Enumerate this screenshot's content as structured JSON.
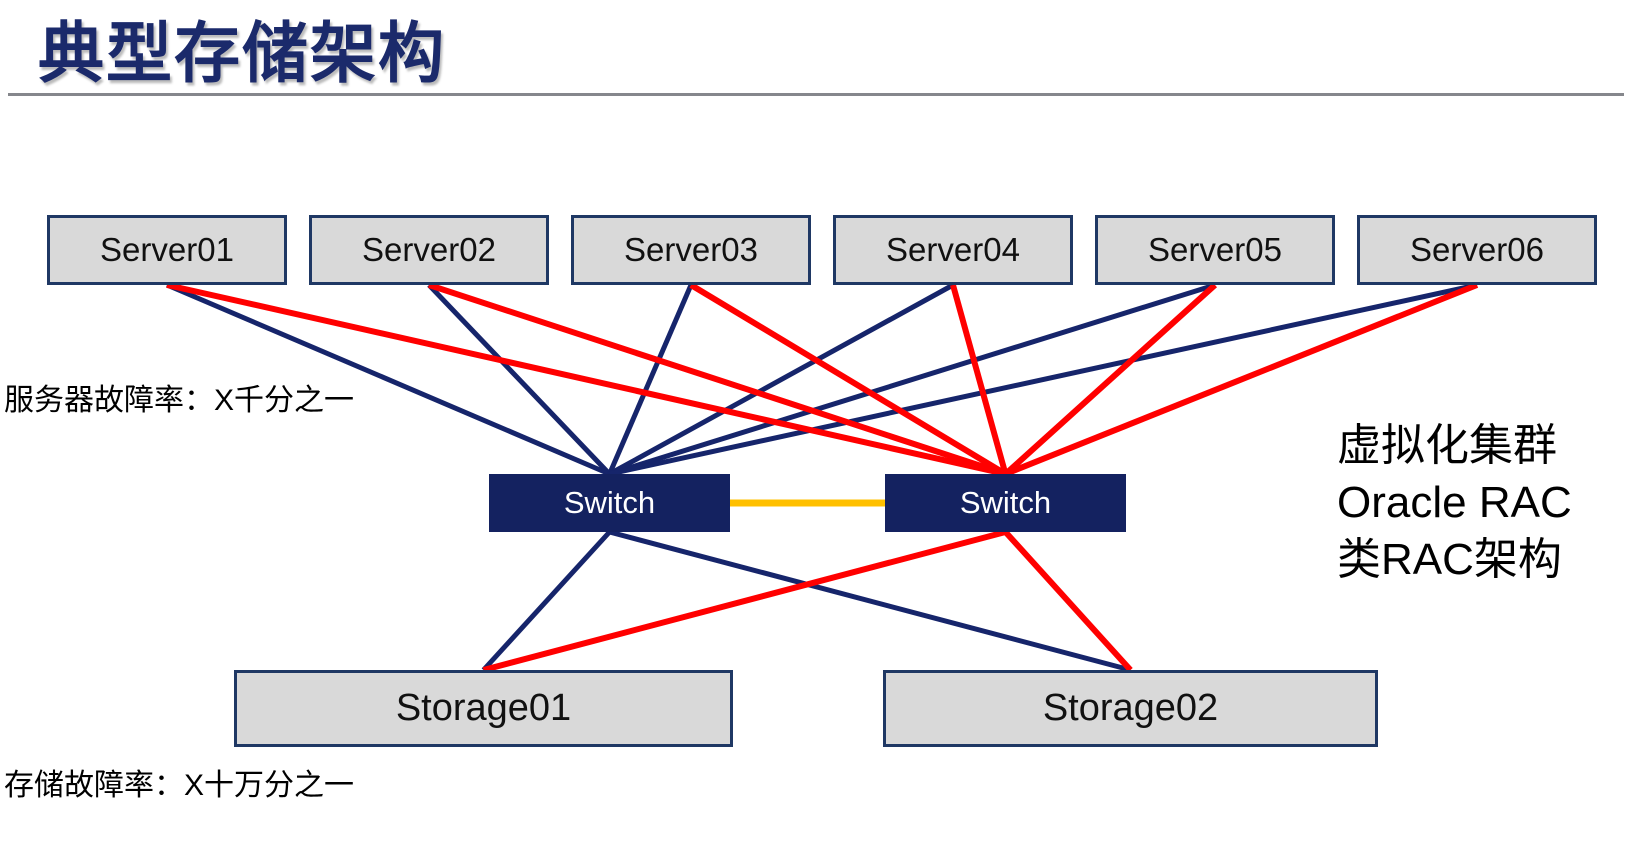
{
  "slide": {
    "title": "典型存储架构",
    "labels": {
      "server_rate": "服务器故障率：X千分之一",
      "storage_rate": "存储故障率：X十万分之一"
    },
    "side_note_lines": [
      "虚拟化集群",
      "Oracle RAC",
      "类RAC架构"
    ]
  },
  "nodes": [
    {
      "id": "server-01",
      "type": "server",
      "label": "Server01"
    },
    {
      "id": "server-02",
      "type": "server",
      "label": "Server02"
    },
    {
      "id": "server-03",
      "type": "server",
      "label": "Server03"
    },
    {
      "id": "server-04",
      "type": "server",
      "label": "Server04"
    },
    {
      "id": "server-05",
      "type": "server",
      "label": "Server05"
    },
    {
      "id": "server-06",
      "type": "server",
      "label": "Server06"
    },
    {
      "id": "switch-a",
      "type": "switch",
      "label": "Switch"
    },
    {
      "id": "switch-b",
      "type": "switch",
      "label": "Switch"
    },
    {
      "id": "storage-01",
      "type": "storage",
      "label": "Storage01"
    },
    {
      "id": "storage-02",
      "type": "storage",
      "label": "Storage02"
    }
  ],
  "connections": [
    {
      "from": "server-01",
      "to": "switch-a",
      "color": "navy"
    },
    {
      "from": "server-02",
      "to": "switch-a",
      "color": "navy"
    },
    {
      "from": "server-03",
      "to": "switch-a",
      "color": "navy"
    },
    {
      "from": "server-04",
      "to": "switch-a",
      "color": "navy"
    },
    {
      "from": "server-05",
      "to": "switch-a",
      "color": "navy"
    },
    {
      "from": "server-06",
      "to": "switch-a",
      "color": "navy"
    },
    {
      "from": "switch-a",
      "to": "storage-01",
      "color": "navy"
    },
    {
      "from": "switch-a",
      "to": "storage-02",
      "color": "navy"
    },
    {
      "from": "switch-a",
      "to": "switch-b",
      "color": "orange",
      "from_anchor": "right",
      "to_anchor": "left"
    },
    {
      "from": "server-01",
      "to": "switch-b",
      "color": "red"
    },
    {
      "from": "server-02",
      "to": "switch-b",
      "color": "red"
    },
    {
      "from": "server-03",
      "to": "switch-b",
      "color": "red"
    },
    {
      "from": "server-04",
      "to": "switch-b",
      "color": "red"
    },
    {
      "from": "server-05",
      "to": "switch-b",
      "color": "red"
    },
    {
      "from": "server-06",
      "to": "switch-b",
      "color": "red"
    },
    {
      "from": "switch-b",
      "to": "storage-01",
      "color": "red"
    },
    {
      "from": "switch-b",
      "to": "storage-02",
      "color": "red"
    }
  ],
  "colors": {
    "navy": "#16256b",
    "red": "#ff0000",
    "orange": "#ffc000",
    "node_fill": "#d9d9d9",
    "node_border": "#1f3864",
    "switch_fill": "#142260",
    "title": "#1b2a6b",
    "divider": "#85878c"
  }
}
